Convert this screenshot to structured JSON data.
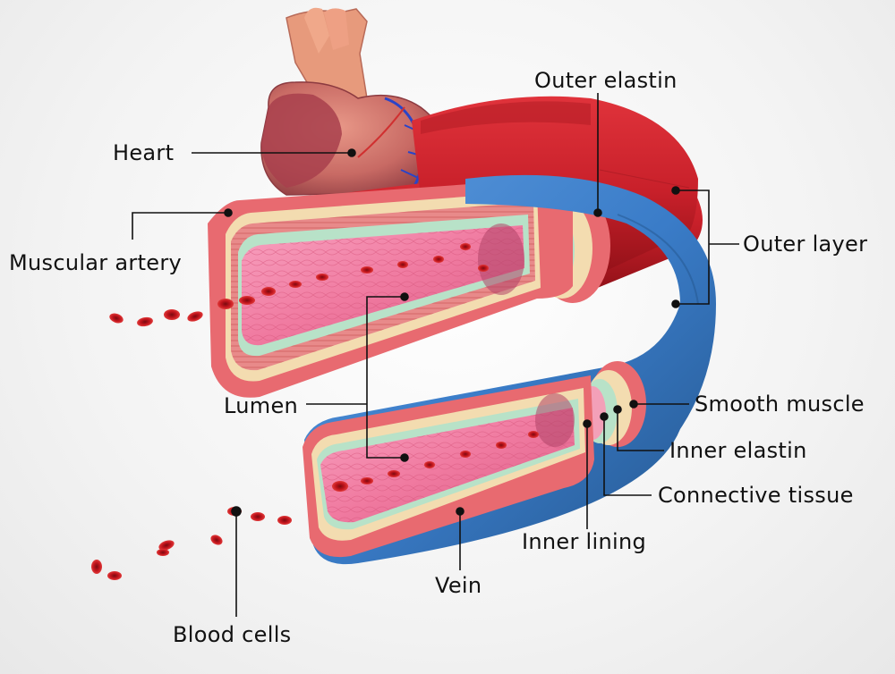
{
  "labels": {
    "heart": "Heart",
    "muscular_artery": "Muscular artery",
    "outer_elastin": "Outer elastin",
    "outer_layer": "Outer layer",
    "lumen": "Lumen",
    "smooth_muscle": "Smooth muscle",
    "inner_elastin": "Inner elastin",
    "connective_tissue": "Connective tissue",
    "inner_lining": "Inner lining",
    "vein": "Vein",
    "blood_cells": "Blood cells"
  },
  "colors": {
    "artery_outer": "#c8202a",
    "artery_cut": "#e86a70",
    "lumen": "#f07aa0",
    "vein_outer": "#3a7cc8",
    "heart": "#c86a64",
    "blood_cell": "#c0141c",
    "leader_line": "#111111"
  }
}
